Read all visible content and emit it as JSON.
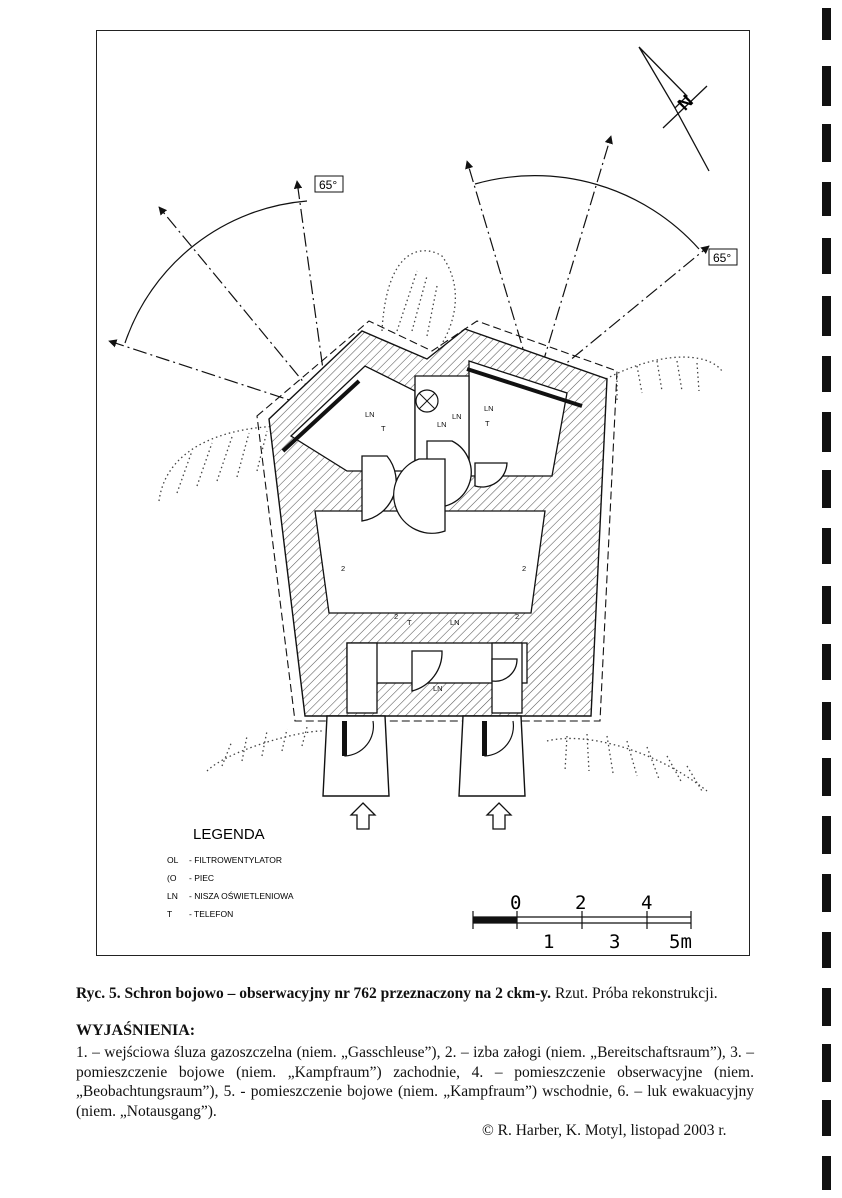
{
  "plan": {
    "angle_left": "65°",
    "angle_right": "65°",
    "north_label": "N",
    "room_labels": [
      "LN",
      "LN",
      "LN",
      "LN",
      "LN",
      "LN",
      "T",
      "T",
      "T",
      "2",
      "2",
      "2",
      "2"
    ],
    "legend": {
      "title": "LEGENDA",
      "items": [
        {
          "symbol": "OL",
          "text": "- FILTROWENTYLATOR"
        },
        {
          "symbol": "(O",
          "text": "- PIEC"
        },
        {
          "symbol": "LN",
          "text": "- NISZA OŚWIETLENIOWA"
        },
        {
          "symbol": "T",
          "text": "- TELEFON"
        }
      ]
    },
    "scale": {
      "top_labels": [
        "0",
        "2",
        "4"
      ],
      "bottom_labels": [
        "1",
        "3"
      ],
      "unit_label": "5m"
    }
  },
  "caption": {
    "bold": "Ryc. 5. Schron bojowo – obserwacyjny nr 762 przeznaczony na 2 ckm-y.",
    "normal": " Rzut. Próba rekonstrukcji."
  },
  "explanations": {
    "heading": "WYJAŚNIENIA:",
    "text": "1. – wejściowa śluza gazoszczelna (niem. „Gasschleuse”), 2. – izba załogi (niem. „Bereitschaftsraum”), 3. – pomieszczenie bojowe (niem. „Kampfraum”) zachodnie, 4. – pomieszczenie obserwacyjne (niem. „Beobachtungsraum”), 5. - pomieszczenie bojowe (niem. „Kampfraum”) wschodnie, 6. – luk ewakuacyjny (niem. „Notausgang”)."
  },
  "credit": "© R. Harber, K. Motyl, listopad 2003 r."
}
